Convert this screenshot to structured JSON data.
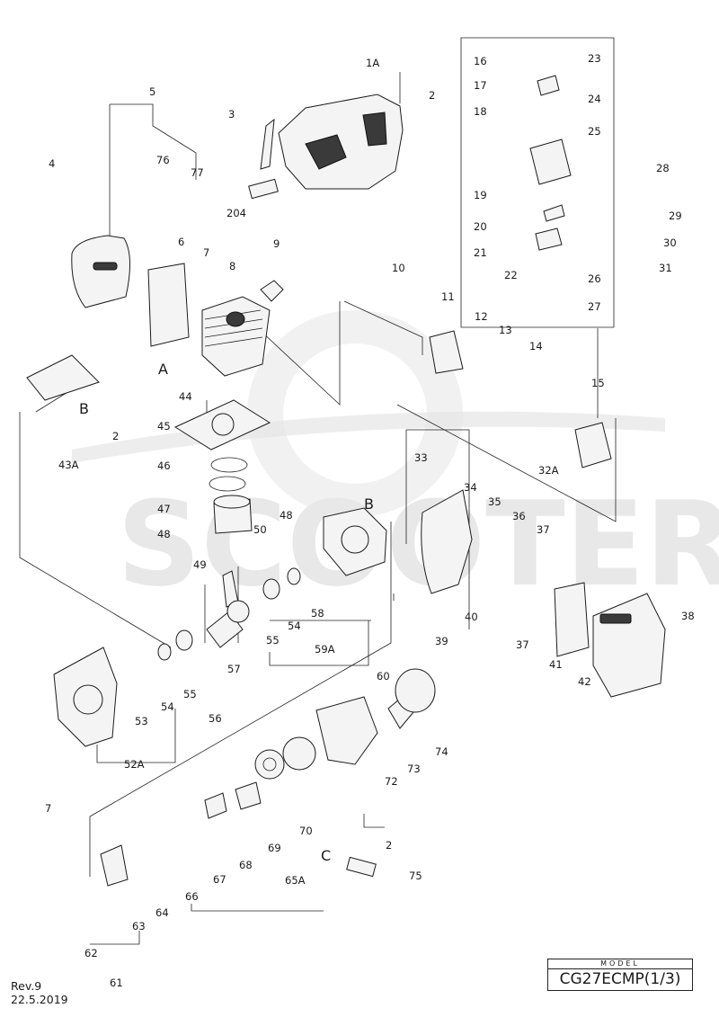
{
  "model": {
    "caption": "MODEL",
    "name": "CG27ECMP(1/3)"
  },
  "revision": {
    "rev": "Rev.9",
    "date": "22.5.2019"
  },
  "watermark": "SCOOTER",
  "section_letters": [
    "A",
    "B",
    "B",
    "C"
  ],
  "callouts": [
    "1A",
    "2",
    "3",
    "204",
    "4",
    "5",
    "76",
    "77",
    "6",
    "7",
    "8",
    "9",
    "10",
    "11",
    "12",
    "13",
    "14",
    "15",
    "16",
    "17",
    "18",
    "19",
    "20",
    "21",
    "22",
    "23",
    "24",
    "25",
    "26",
    "27",
    "28",
    "29",
    "30",
    "31",
    "32A",
    "33",
    "34",
    "35",
    "36",
    "37",
    "37",
    "38",
    "39",
    "40",
    "41",
    "42",
    "43A",
    "44",
    "45",
    "46",
    "47",
    "48",
    "48",
    "49",
    "50",
    "52A",
    "53",
    "54",
    "54",
    "55",
    "55",
    "56",
    "57",
    "58",
    "59A",
    "60",
    "61",
    "62",
    "63",
    "64",
    "65A",
    "66",
    "67",
    "68",
    "69",
    "70",
    "72",
    "73",
    "74",
    "75",
    "2",
    "2",
    "7"
  ]
}
